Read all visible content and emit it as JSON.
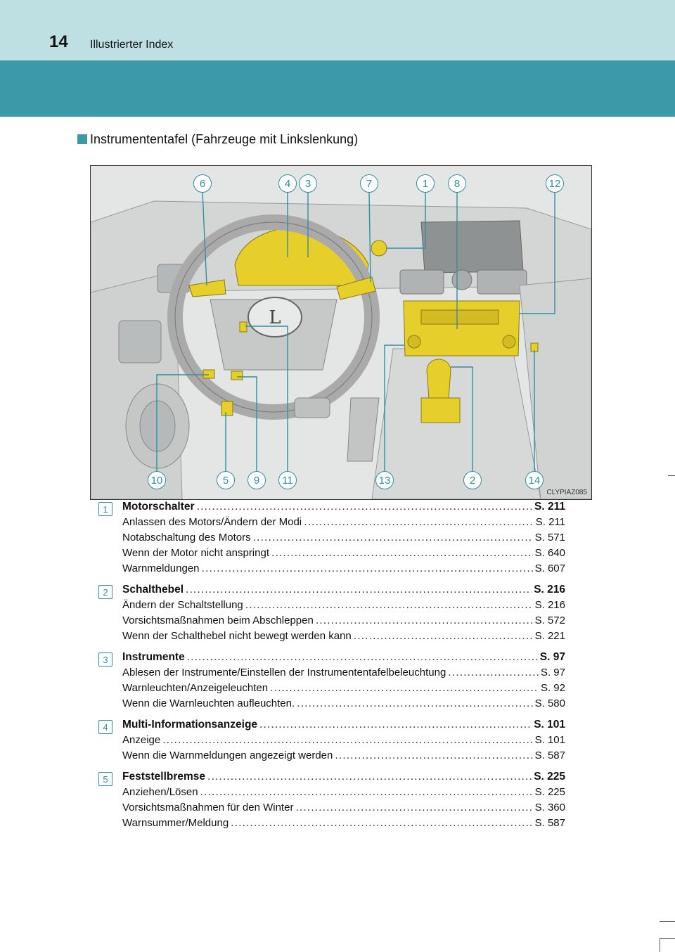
{
  "header": {
    "page_number": "14",
    "title": "Illustrierter Index"
  },
  "section": {
    "title": "Instrumententafel (Fahrzeuge mit Linkslenkung)"
  },
  "figure": {
    "code": "CLYPIAZ085",
    "callouts_top": [
      "6",
      "4",
      "3",
      "7",
      "1",
      "8",
      "12"
    ],
    "callouts_bottom": [
      "10",
      "5",
      "9",
      "11",
      "13",
      "2",
      "14"
    ]
  },
  "entries": [
    {
      "num": "1",
      "title": "Motorschalter",
      "page": "S. 211",
      "items": [
        {
          "text": "Anlassen des Motors/Ändern der Modi",
          "page": "S. 211"
        },
        {
          "text": "Notabschaltung des Motors",
          "page": "S. 571"
        },
        {
          "text": "Wenn der Motor nicht anspringt",
          "page": "S. 640"
        },
        {
          "text": "Warnmeldungen",
          "page": "S. 607"
        }
      ]
    },
    {
      "num": "2",
      "title": "Schalthebel",
      "page": "S. 216",
      "items": [
        {
          "text": "Ändern der Schaltstellung",
          "page": "S. 216"
        },
        {
          "text": "Vorsichtsmaßnahmen beim Abschleppen",
          "page": "S. 572"
        },
        {
          "text": "Wenn der Schalthebel nicht bewegt werden kann",
          "page": "S. 221"
        }
      ]
    },
    {
      "num": "3",
      "title": "Instrumente",
      "page": "S. 97",
      "items": [
        {
          "text": "Ablesen der Instrumente/Einstellen der Instrumententafelbeleuchtung",
          "page": "S. 97"
        },
        {
          "text": "Warnleuchten/Anzeigeleuchten",
          "page": "S. 92"
        },
        {
          "text": "Wenn die Warnleuchten aufleuchten.",
          "page": "S. 580"
        }
      ]
    },
    {
      "num": "4",
      "title": "Multi-Informationsanzeige",
      "page": "S. 101",
      "items": [
        {
          "text": "Anzeige",
          "page": "S. 101"
        },
        {
          "text": "Wenn die Warnmeldungen angezeigt werden",
          "page": "S. 587"
        }
      ]
    },
    {
      "num": "5",
      "title": "Feststellbremse",
      "page": "S. 225",
      "items": [
        {
          "text": "Anziehen/Lösen",
          "page": "S. 225"
        },
        {
          "text": "Vorsichtsmaßnahmen für den Winter",
          "page": "S. 360"
        },
        {
          "text": "Warnsummer/Meldung",
          "page": "S. 587"
        }
      ]
    }
  ],
  "colors": {
    "accent": "#3c99a8",
    "header_light": "#bfe0e3",
    "highlight": "#e6cf2a"
  }
}
